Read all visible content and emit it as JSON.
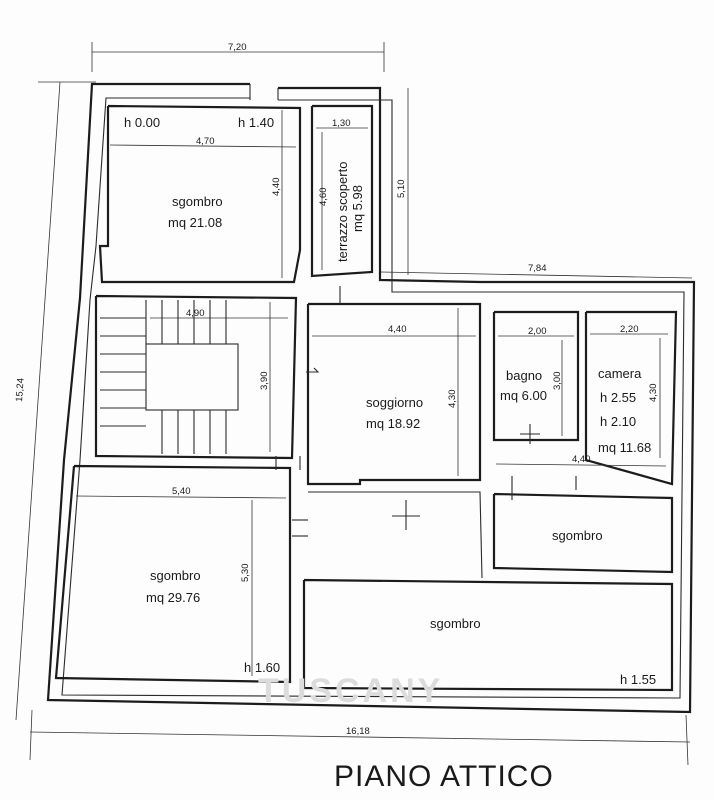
{
  "title": "PIANO ATTICO",
  "watermark": "TUSCANY",
  "dimensions": {
    "top_width": "7,20",
    "left_height": "15,24",
    "bottom_width": "16,18",
    "right_top_width": "7,84",
    "right_top_height": "5,10"
  },
  "rooms": {
    "sgombro_top": {
      "label": "sgombro",
      "area": "mq 21.08",
      "h_left": "h 0.00",
      "h_right": "h 1.40",
      "w": "4,70",
      "d": "4,40"
    },
    "terrazzo": {
      "label": "terrazzo scoperto",
      "area": "mq 5.98",
      "w": "1,30",
      "d": "4,60"
    },
    "stairs": {
      "w": "4,90",
      "d": "3,90"
    },
    "soggiorno": {
      "label": "soggiorno",
      "area": "mq 18.92",
      "w": "4,40",
      "d": "4,30"
    },
    "bagno": {
      "label": "bagno",
      "area": "mq 6.00",
      "w": "2,00",
      "d": "3,00"
    },
    "camera": {
      "label": "camera",
      "h1": "h 2.55",
      "h2": "h 2.10",
      "area": "mq 11.68",
      "w": "2,20",
      "d": "4,30",
      "w2": "4,40"
    },
    "sgombro_left": {
      "label": "sgombro",
      "area": "mq 29.76",
      "w": "5,40",
      "d": "5,30",
      "h": "h 1.60"
    },
    "sgombro_right": {
      "label": "sgombro"
    },
    "sgombro_bottom": {
      "label": "sgombro",
      "h": "h 1.55"
    }
  }
}
